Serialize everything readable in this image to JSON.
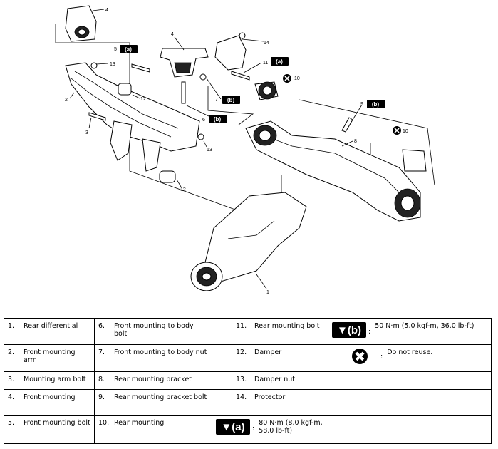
{
  "callouts": {
    "c1": "1",
    "c2": "2",
    "c3": "3",
    "c4a": "4",
    "c4b": "4",
    "c5": "5",
    "c6": "6",
    "c7": "7",
    "c8": "8",
    "c9": "9",
    "c10a": "10",
    "c10b": "10",
    "c11": "11",
    "c12a": "12",
    "c12b": "12",
    "c13a": "13",
    "c13b": "13",
    "c14": "14",
    "badge_a": "(a)",
    "badge_b": "(b)"
  },
  "legend": {
    "rows": [
      [
        {
          "num": "1.",
          "label": "Rear differential"
        },
        {
          "num": "6.",
          "label": "Front mounting to body bolt"
        },
        {
          "num": "11.",
          "label": "Rear mounting bolt"
        }
      ],
      [
        {
          "num": "2.",
          "label": "Front mounting arm"
        },
        {
          "num": "7.",
          "label": "Front mounting to body nut"
        },
        {
          "num": "12.",
          "label": "Damper"
        }
      ],
      [
        {
          "num": "3.",
          "label": "Mounting arm bolt"
        },
        {
          "num": "8.",
          "label": "Rear mounting bracket"
        },
        {
          "num": "13.",
          "label": "Damper nut"
        }
      ],
      [
        {
          "num": "4.",
          "label": "Front mounting"
        },
        {
          "num": "9.",
          "label": "Rear mounting bracket bolt"
        },
        {
          "num": "14.",
          "label": "Protector"
        }
      ],
      [
        {
          "num": "5.",
          "label": "Front mounting bolt"
        },
        {
          "num": "10.",
          "label": "Rear mounting"
        }
      ]
    ],
    "torque_a": {
      "badge": "(a)",
      "colon": ":",
      "text": "80 N·m (8.0 kgf-m, 58.0 lb-ft)"
    },
    "torque_b": {
      "badge": "(b)",
      "colon": ":",
      "text": "50 N·m (5.0 kgf-m, 36.0 lb-ft)"
    },
    "no_reuse": {
      "colon": ":",
      "text": "Do not reuse."
    }
  }
}
